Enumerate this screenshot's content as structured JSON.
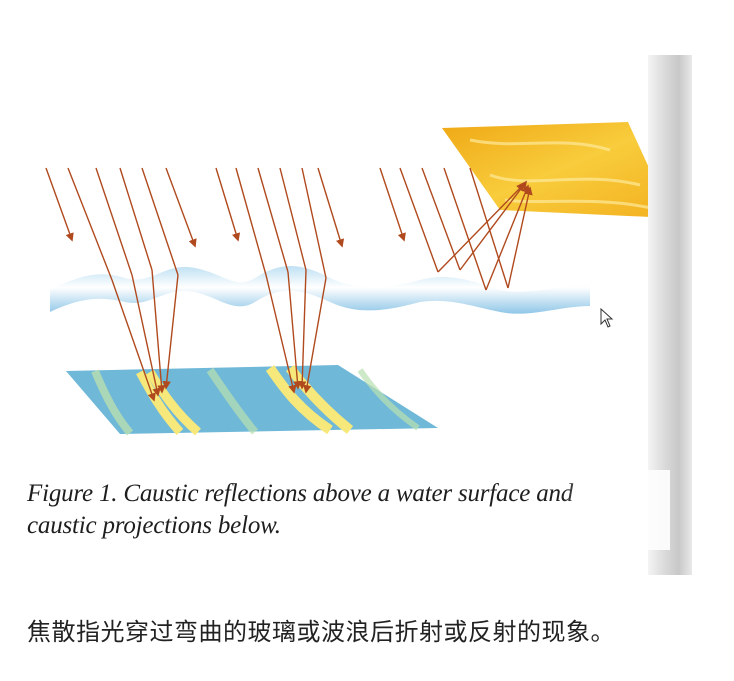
{
  "figure": {
    "caption_line1": "Figure 1. Caustic reflections above a water surface and",
    "caption_line2": "caustic projections below."
  },
  "subtitle": "焦散指光穿过弯曲的玻璃或波浪后折射或反射的现象。",
  "colors": {
    "water": "#a9d4ee",
    "water_highlight": "#e8f4fb",
    "ray": "#b04a1e",
    "card_yellow": "#f2b51a",
    "floor_blue": "#6fb8d8",
    "floor_yellow": "#f6e87a"
  },
  "icons": {
    "cursor": "mouse-pointer-icon"
  }
}
